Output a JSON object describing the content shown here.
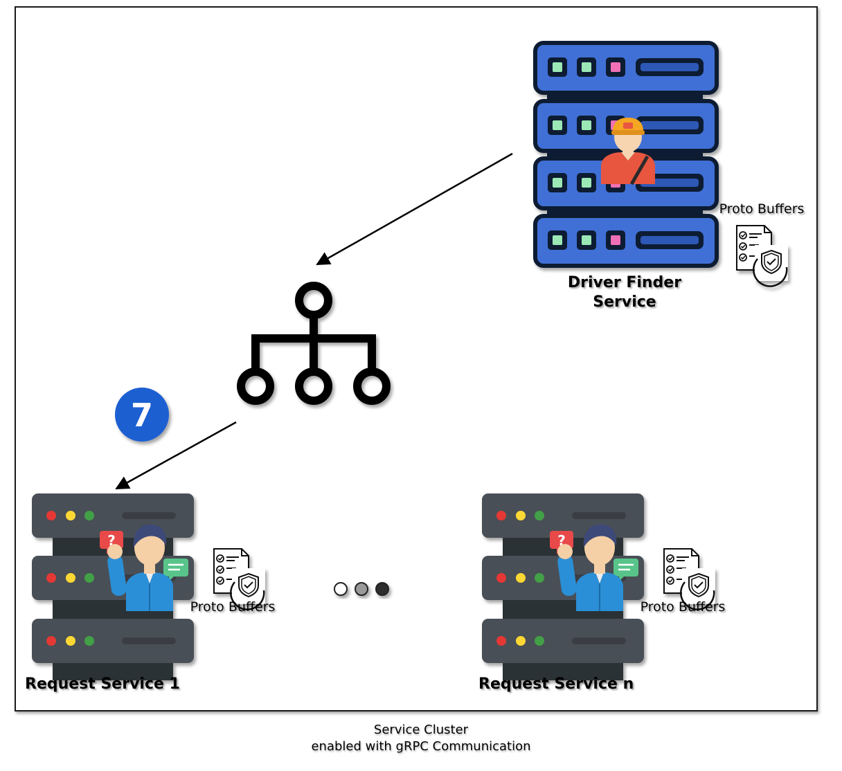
{
  "diagram": {
    "driver_finder_label": "Driver Finder Service",
    "proto_buffers_label": "Proto Buffers",
    "step_number": "7",
    "request_service_1_label": "Request Service 1",
    "request_service_n_label": "Request Service n",
    "caption_line1": "Service Cluster",
    "caption_line2": "enabled with gRPC Communication"
  },
  "colors": {
    "server_blue": "#3f6fd6",
    "server_dark": "#2b3340",
    "server_gray": "#4a4f56",
    "badge_blue": "#1f5fd1",
    "led_red": "#e53935",
    "led_yellow": "#fdd835",
    "led_green": "#43a047",
    "led_mint": "#9be8b6",
    "led_pink": "#f06fb5"
  }
}
